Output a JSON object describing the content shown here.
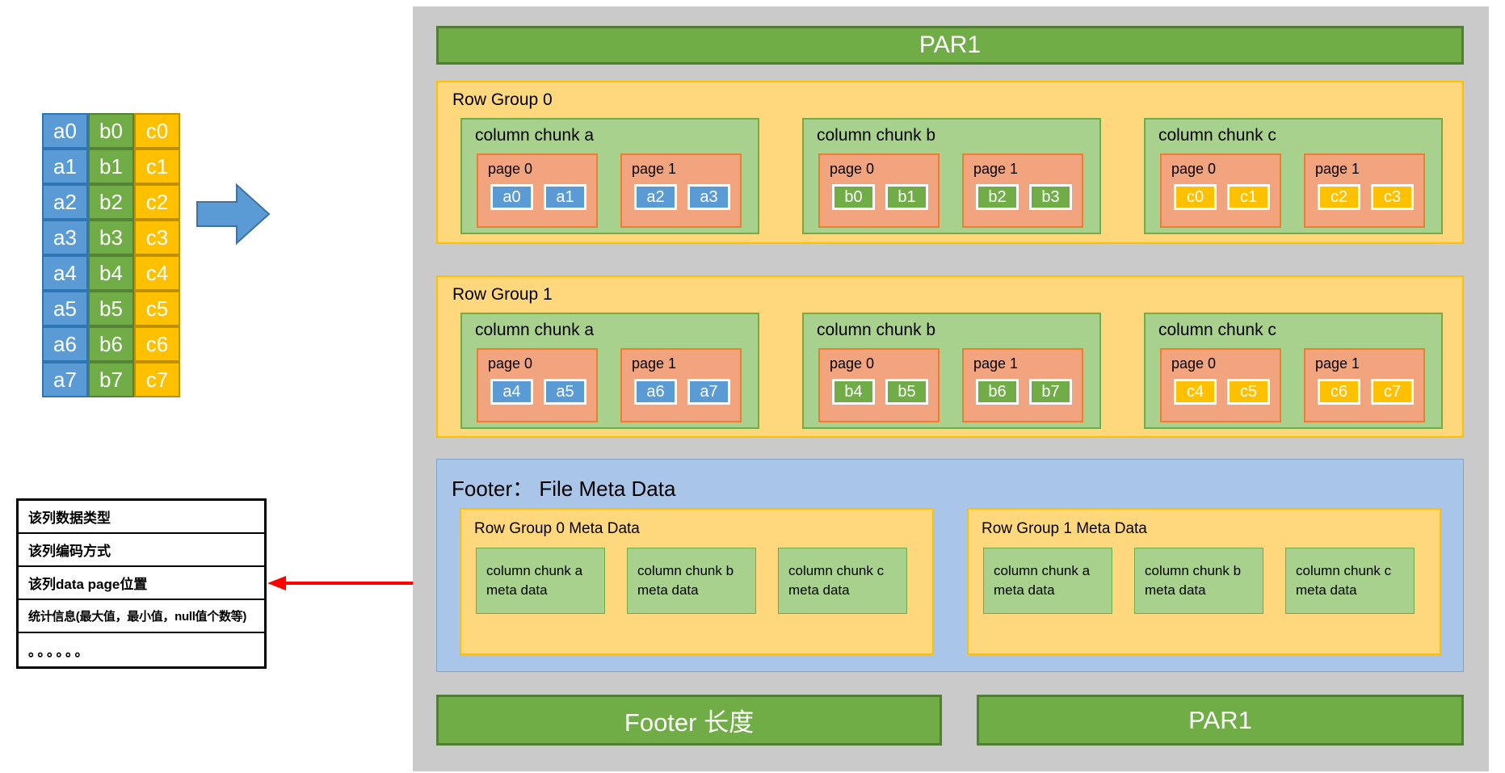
{
  "source_table": {
    "columns": [
      {
        "key": "a",
        "style": "blue",
        "cells": [
          "a0",
          "a1",
          "a2",
          "a3",
          "a4",
          "a5",
          "a6",
          "a7"
        ]
      },
      {
        "key": "b",
        "style": "green",
        "cells": [
          "b0",
          "b1",
          "b2",
          "b3",
          "b4",
          "b5",
          "b6",
          "b7"
        ]
      },
      {
        "key": "c",
        "style": "yellow",
        "cells": [
          "c0",
          "c1",
          "c2",
          "c3",
          "c4",
          "c5",
          "c6",
          "c7"
        ]
      }
    ]
  },
  "annotation_box": {
    "rows": [
      "该列数据类型",
      "该列编码方式",
      "该列data page位置",
      "统计信息(最大值，最小值，null值个数等)",
      "。。。。。。"
    ]
  },
  "parquet_file": {
    "magic_header": "PAR1",
    "row_groups": [
      {
        "label": "Row Group 0",
        "chunks": [
          {
            "label": "column chunk a",
            "cell_style": "blue",
            "pages": [
              {
                "label": "page 0",
                "cells": [
                  "a0",
                  "a1"
                ]
              },
              {
                "label": "page 1",
                "cells": [
                  "a2",
                  "a3"
                ]
              }
            ]
          },
          {
            "label": "column chunk b",
            "cell_style": "green",
            "pages": [
              {
                "label": "page 0",
                "cells": [
                  "b0",
                  "b1"
                ]
              },
              {
                "label": "page 1",
                "cells": [
                  "b2",
                  "b3"
                ]
              }
            ]
          },
          {
            "label": "column chunk c",
            "cell_style": "yellow",
            "pages": [
              {
                "label": "page 0",
                "cells": [
                  "c0",
                  "c1"
                ]
              },
              {
                "label": "page 1",
                "cells": [
                  "c2",
                  "c3"
                ]
              }
            ]
          }
        ]
      },
      {
        "label": "Row Group 1",
        "chunks": [
          {
            "label": "column chunk a",
            "cell_style": "blue",
            "pages": [
              {
                "label": "page 0",
                "cells": [
                  "a4",
                  "a5"
                ]
              },
              {
                "label": "page 1",
                "cells": [
                  "a6",
                  "a7"
                ]
              }
            ]
          },
          {
            "label": "column chunk b",
            "cell_style": "green",
            "pages": [
              {
                "label": "page 0",
                "cells": [
                  "b4",
                  "b5"
                ]
              },
              {
                "label": "page 1",
                "cells": [
                  "b6",
                  "b7"
                ]
              }
            ]
          },
          {
            "label": "column chunk c",
            "cell_style": "yellow",
            "pages": [
              {
                "label": "page 0",
                "cells": [
                  "c4",
                  "c5"
                ]
              },
              {
                "label": "page 1",
                "cells": [
                  "c6",
                  "c7"
                ]
              }
            ]
          }
        ]
      }
    ],
    "footer": {
      "label": "Footer： File Meta Data",
      "meta_groups": [
        {
          "label": "Row Group 0 Meta Data",
          "items": [
            "column chunk a meta data",
            "column chunk b meta data",
            "column chunk c meta data"
          ]
        },
        {
          "label": "Row Group 1 Meta Data",
          "items": [
            "column chunk a meta data",
            "column chunk b meta data",
            "column chunk c meta data"
          ]
        }
      ]
    },
    "footer_length_label": "Footer 长度",
    "magic_trailer": "PAR1"
  },
  "colors": {
    "file_bg": "#CACACA",
    "green_bar": "#70AD47",
    "green_bar_border": "#507E32",
    "row_group_bg": "#FFD87E",
    "row_group_border": "#FFC000",
    "chunk_bg": "#A9D18E",
    "chunk_border": "#70AD47",
    "page_bg": "#F2A47E",
    "page_border": "#ED7D31",
    "footer_bg": "#A9C5E8",
    "footer_border": "#7FA3D3",
    "meta_item_bg": "#A9D18E",
    "meta_item_border": "#70AD47",
    "cell_blue": "#5B9BD5",
    "cell_blue_border": "#2E75B6",
    "cell_green": "#70AD47",
    "cell_green_border": "#538135",
    "cell_yellow": "#FFC000",
    "cell_yellow_border": "#BF9000",
    "arrow_blue": "#5B9BD5",
    "arrow_blue_border": "#41719C",
    "red_arrow": "#FF0000",
    "annotation_border": "#000000"
  }
}
